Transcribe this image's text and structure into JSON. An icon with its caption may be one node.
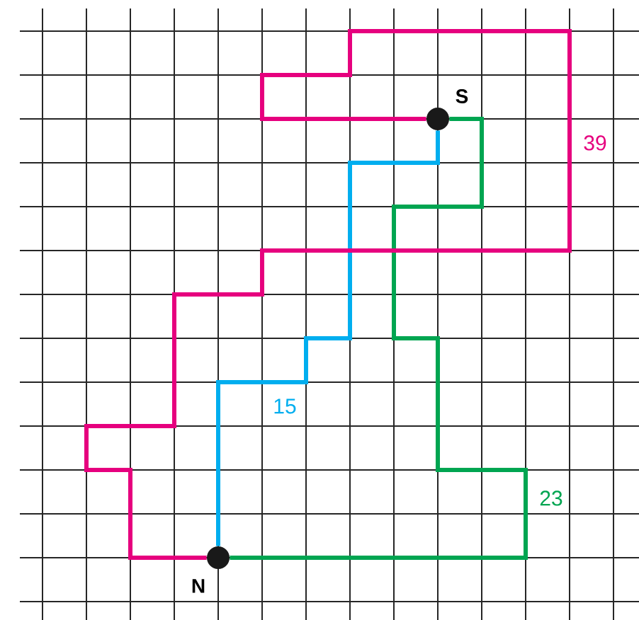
{
  "diagram": {
    "nodes": [
      {
        "text": [],
        "shape": "circle",
        "beside": [
          "N"
        ]
      },
      {
        "text": [],
        "shape": "circle",
        "beside": [
          "S"
        ]
      }
    ],
    "edges": [
      {
        "from": 0,
        "to": 1,
        "arrow": "none",
        "label": "15",
        "color": "#00aeef"
      },
      {
        "from": 0,
        "to": 1,
        "arrow": "none",
        "label": "23",
        "color": "#00a551"
      },
      {
        "from": 0,
        "to": 1,
        "arrow": "none",
        "label": "39",
        "color": "#e6007e"
      }
    ]
  }
}
